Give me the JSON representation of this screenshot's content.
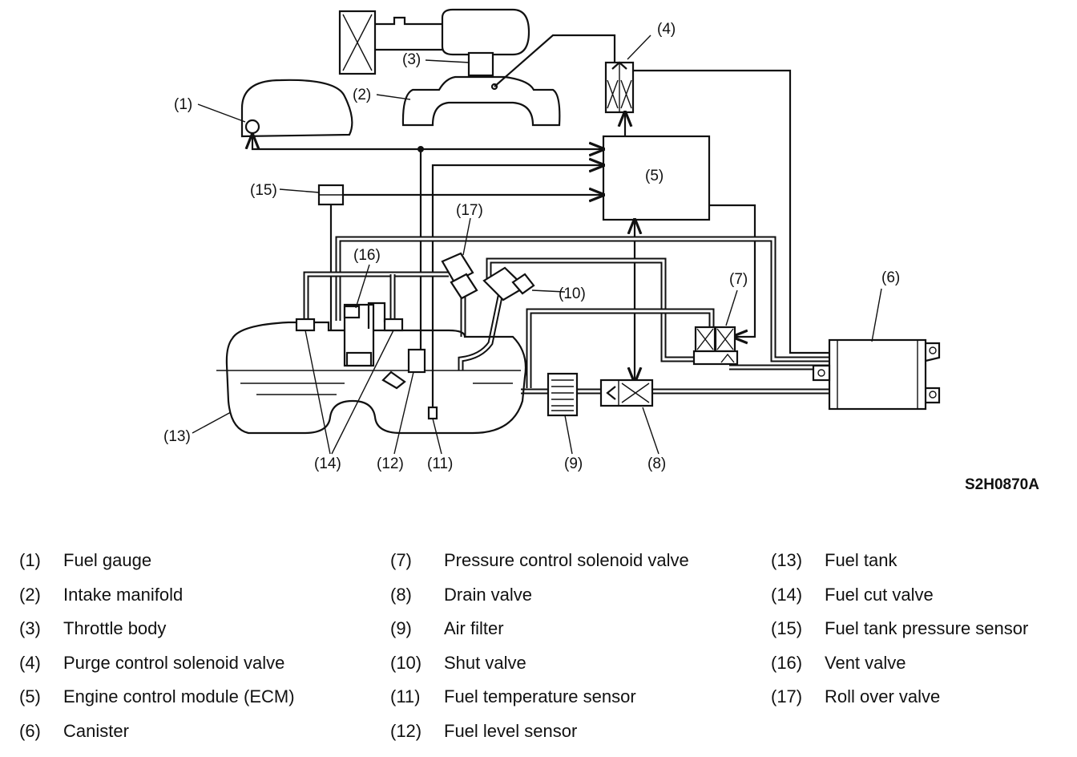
{
  "diagram": {
    "figure_code": "S2H0870A",
    "callouts": {
      "c1": "(1)",
      "c2": "(2)",
      "c3": "(3)",
      "c4": "(4)",
      "c5": "(5)",
      "c6": "(6)",
      "c7": "(7)",
      "c8": "(8)",
      "c9": "(9)",
      "c10": "(10)",
      "c11": "(11)",
      "c12": "(12)",
      "c13": "(13)",
      "c14": "(14)",
      "c15": "(15)",
      "c16": "(16)",
      "c17": "(17)"
    }
  },
  "legend": [
    [
      {
        "num": "(1)",
        "label": "Fuel gauge"
      },
      {
        "num": "(2)",
        "label": "Intake manifold"
      },
      {
        "num": "(3)",
        "label": "Throttle body"
      },
      {
        "num": "(4)",
        "label": "Purge control solenoid valve"
      },
      {
        "num": "(5)",
        "label": "Engine control module (ECM)"
      },
      {
        "num": "(6)",
        "label": "Canister"
      }
    ],
    [
      {
        "num": "(7)",
        "label": "Pressure control solenoid valve"
      },
      {
        "num": "(8)",
        "label": "Drain valve"
      },
      {
        "num": "(9)",
        "label": "Air filter"
      },
      {
        "num": "(10)",
        "label": "Shut valve"
      },
      {
        "num": "(11)",
        "label": "Fuel temperature sensor"
      },
      {
        "num": "(12)",
        "label": "Fuel level sensor"
      }
    ],
    [
      {
        "num": "(13)",
        "label": "Fuel tank"
      },
      {
        "num": "(14)",
        "label": "Fuel cut valve"
      },
      {
        "num": "(15)",
        "label": "Fuel tank pressure sensor"
      },
      {
        "num": "(16)",
        "label": "Vent valve"
      },
      {
        "num": "(17)",
        "label": "Roll over valve"
      }
    ]
  ]
}
